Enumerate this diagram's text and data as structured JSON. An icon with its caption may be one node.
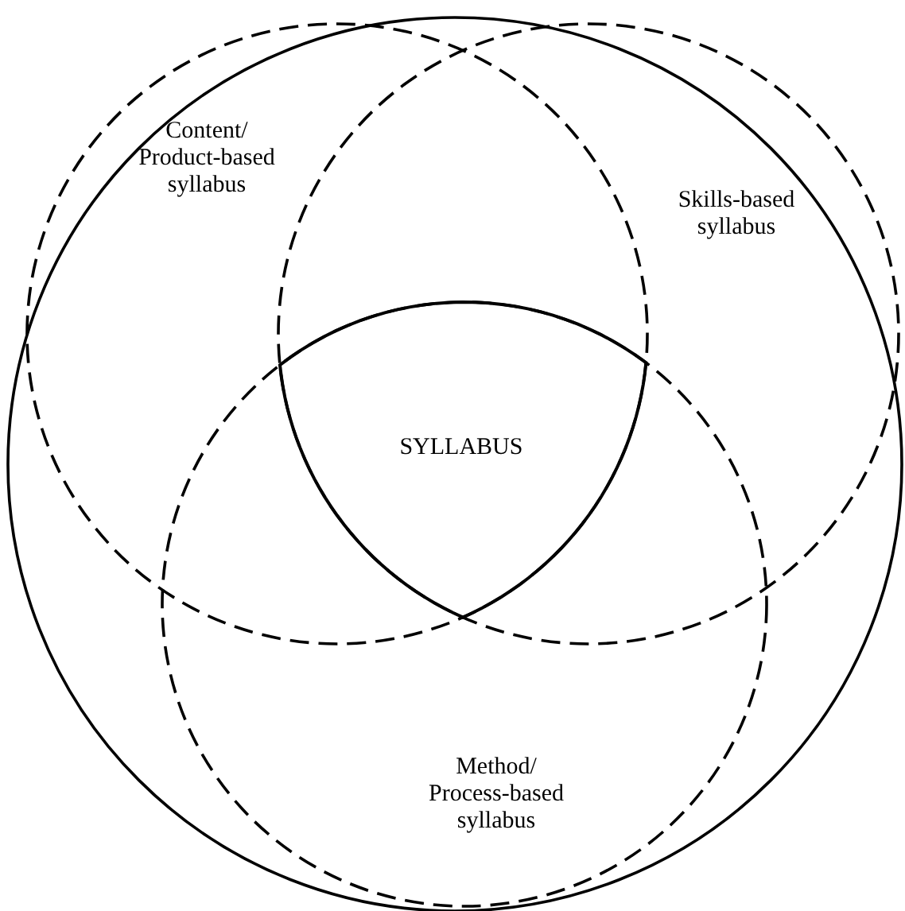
{
  "diagram": {
    "nodes": [
      {
        "text": [],
        "shape": "circle"
      },
      {
        "text": [
          "Content/ Product-based syllabus"
        ],
        "in": 0
      },
      {
        "text": [
          "Skills-based syllabus"
        ],
        "in": 0
      },
      {
        "text": [
          "Method/ Process-based syllabus"
        ],
        "in": 0
      },
      {
        "text": [
          "SYLLABUS"
        ]
      }
    ]
  }
}
